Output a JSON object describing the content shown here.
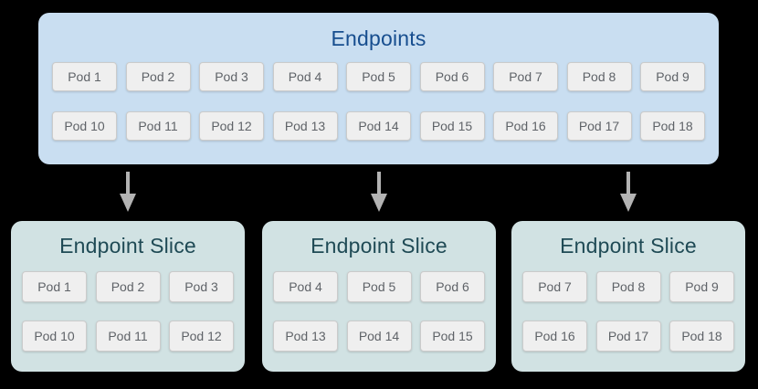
{
  "endpoints": {
    "title": "Endpoints",
    "rows": [
      [
        "Pod 1",
        "Pod 2",
        "Pod 3",
        "Pod 4",
        "Pod 5",
        "Pod 6",
        "Pod 7",
        "Pod 8",
        "Pod 9"
      ],
      [
        "Pod 10",
        "Pod 11",
        "Pod 12",
        "Pod 13",
        "Pod 14",
        "Pod 15",
        "Pod 16",
        "Pod 17",
        "Pod 18"
      ]
    ]
  },
  "slices": [
    {
      "title": "Endpoint Slice",
      "rows": [
        [
          "Pod 1",
          "Pod 2",
          "Pod 3"
        ],
        [
          "Pod 10",
          "Pod 11",
          "Pod 12"
        ]
      ]
    },
    {
      "title": "Endpoint Slice",
      "rows": [
        [
          "Pod 4",
          "Pod 5",
          "Pod 6"
        ],
        [
          "Pod 13",
          "Pod 14",
          "Pod 15"
        ]
      ]
    },
    {
      "title": "Endpoint Slice",
      "rows": [
        [
          "Pod 7",
          "Pod 8",
          "Pod 9"
        ],
        [
          "Pod 16",
          "Pod 17",
          "Pod 18"
        ]
      ]
    }
  ],
  "icons": {
    "arrow": "down-arrow"
  },
  "colors": {
    "background": "#000000",
    "endpoints_fill": "#c9def1",
    "endpoints_title": "#174e8f",
    "slice_fill": "#d1e2e3",
    "slice_title": "#1f4a55",
    "pod_fill": "#efefef",
    "pod_border": "#cbcbcb",
    "pod_text": "#5f6368",
    "arrow": "#b3b3b3"
  }
}
